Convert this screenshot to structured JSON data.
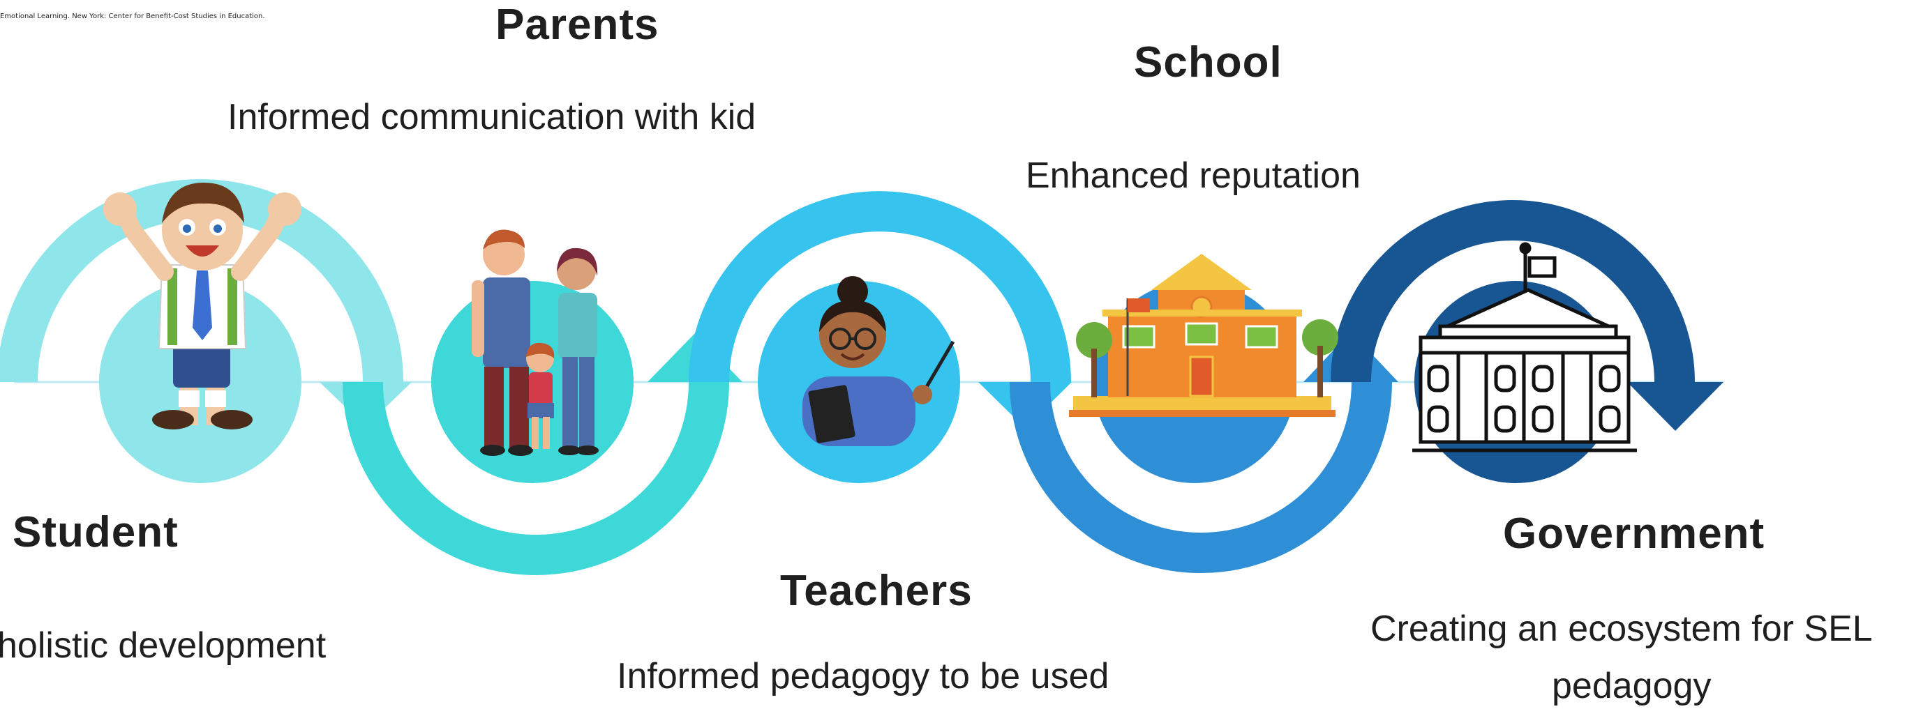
{
  "citation": "Emotional Learning. New York: Center for Benefit-Cost Studies in Education.",
  "stakeholders": {
    "parents": {
      "title": "Parents",
      "benefit": "Informed communication with kid"
    },
    "school": {
      "title": "School",
      "benefit": "Enhanced reputation"
    },
    "student": {
      "title": "Student",
      "benefit": "holistic development"
    },
    "teachers": {
      "title": "Teachers",
      "benefit": "Informed pedagogy to be used"
    },
    "government": {
      "title": "Government",
      "benefit_line1": "Creating an ecosystem  for SEL",
      "benefit_line2": "pedagogy"
    }
  },
  "colors": {
    "arc1": "#8ee6ea",
    "arc2": "#3ed8d8",
    "arc3": "#36c3ee",
    "arc4": "#2f8fd6",
    "arc5": "#175593",
    "text": "#1f1f1f"
  },
  "icons": [
    "student-boy-icon",
    "family-icon",
    "teacher-icon",
    "school-building-icon",
    "government-building-icon"
  ]
}
